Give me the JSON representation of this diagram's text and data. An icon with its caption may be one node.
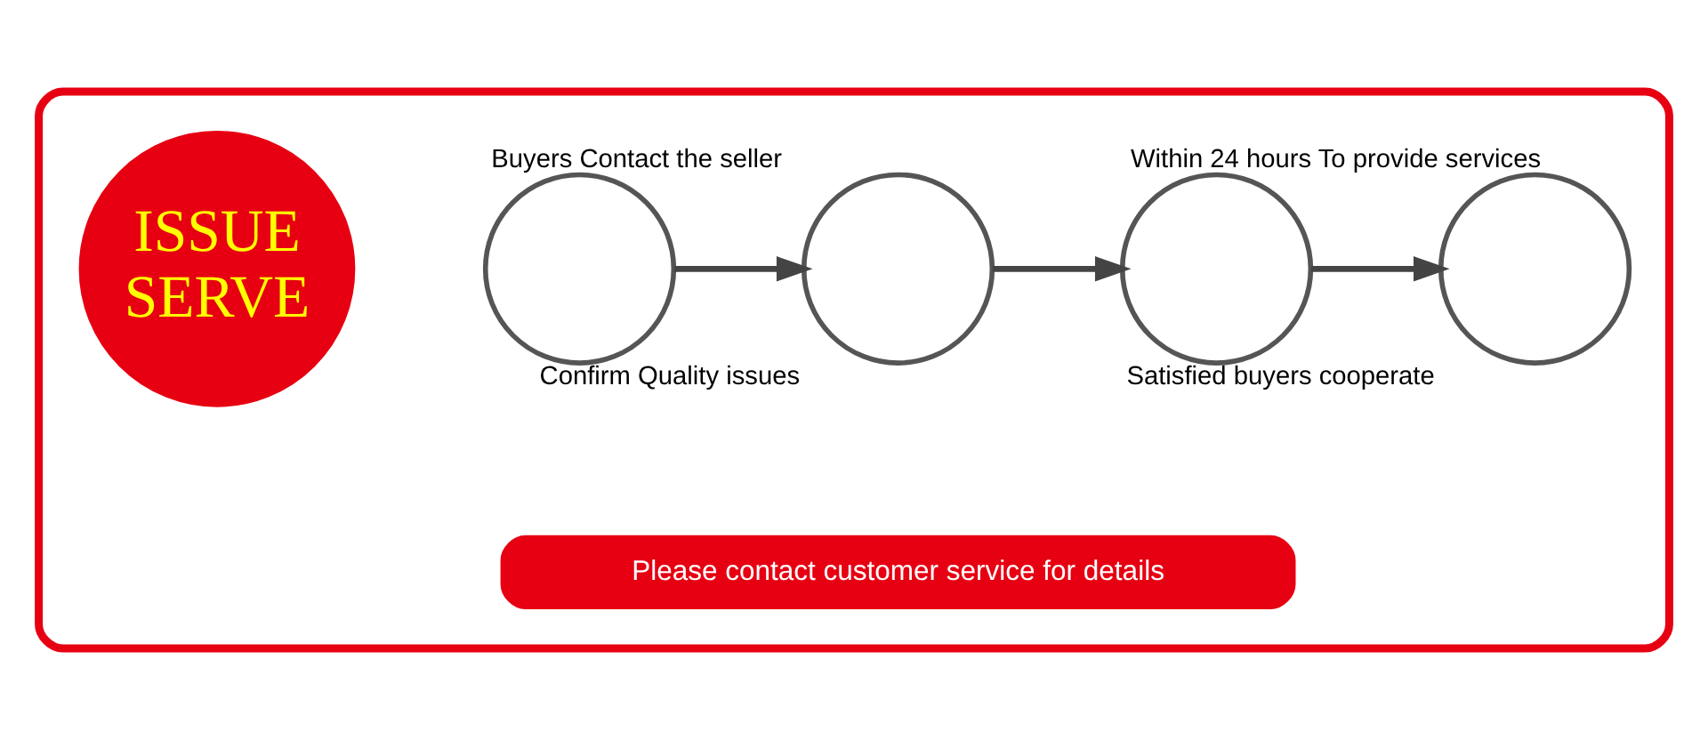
{
  "diagram": {
    "nodes": [
      {
        "text": [],
        "shape": "box"
      },
      {
        "text": [
          "ISSUE SERVE"
        ],
        "in": 0
      },
      {
        "text": [],
        "shape": "circle",
        "beside": [
          "Buyers Contact the seller"
        ],
        "in": 0
      },
      {
        "text": [],
        "shape": "circle",
        "beside": [
          "Confirm Quality issues"
        ],
        "in": 0
      },
      {
        "text": [],
        "shape": "circle",
        "beside": [
          "Within 24 hours To provide services"
        ],
        "in": 0
      },
      {
        "text": [],
        "shape": "circle",
        "beside": [
          "Satisfied buyers cooperate"
        ],
        "in": 0
      },
      {
        "text": [
          "Please contact customer service for details"
        ],
        "in": 0
      }
    ],
    "edges": [
      {
        "from": 2,
        "to": 3,
        "arrow": "to"
      },
      {
        "from": 3,
        "to": 4,
        "arrow": "to"
      },
      {
        "from": 4,
        "to": 5,
        "arrow": "to"
      }
    ]
  }
}
